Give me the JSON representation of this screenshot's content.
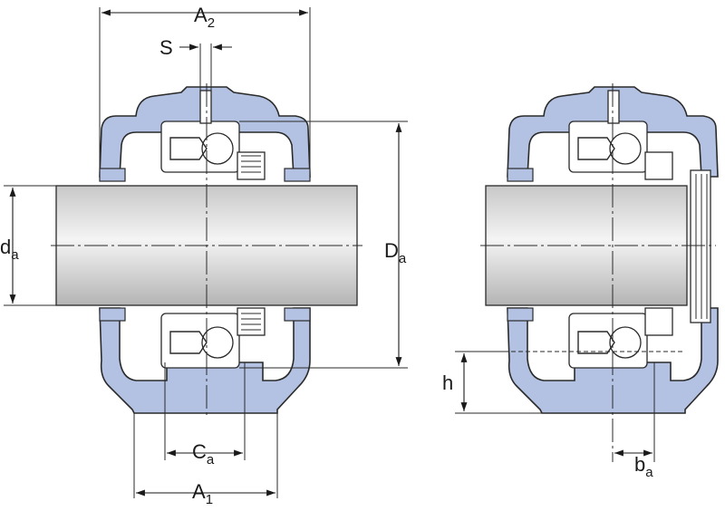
{
  "colors": {
    "housing": "#b3c2e2",
    "shaft_light": "#f2f2f2",
    "shaft_dark": "#b8b8b8",
    "line": "#1a1a1a"
  },
  "labels": {
    "A2": {
      "main": "A",
      "sub": "2"
    },
    "S": {
      "main": "S"
    },
    "da": {
      "main": "d",
      "sub": "a"
    },
    "Da": {
      "main": "D",
      "sub": "a"
    },
    "Ca": {
      "main": "C",
      "sub": "a"
    },
    "A1": {
      "main": "A",
      "sub": "1"
    },
    "h": {
      "main": "h"
    },
    "ba": {
      "main": "b",
      "sub": "a"
    }
  },
  "views": [
    {
      "id": "left",
      "shaft": "through",
      "has_end_cover": false
    },
    {
      "id": "right",
      "shaft": "end",
      "has_end_cover": true
    }
  ]
}
